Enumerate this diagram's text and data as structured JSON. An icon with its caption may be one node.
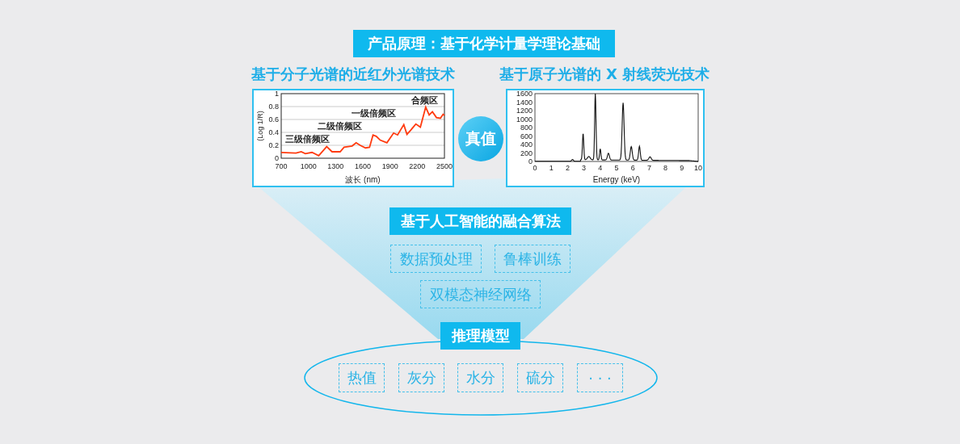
{
  "diagram": {
    "nodes": [
      {
        "text": [
          "产品原理：基于化学计量学理论基础"
        ]
      },
      {
        "text": [
          "基于分子光谱的近红外光谱技术"
        ]
      },
      {
        "text": [
          "真值"
        ]
      },
      {
        "text": [
          "基于原子光谱的 X 射线荧光技术"
        ]
      },
      {
        "text": [
          "基于人工智能的融合算法"
        ]
      },
      {
        "text": [
          "数据预处理"
        ]
      },
      {
        "text": [
          "鲁棒训练"
        ]
      },
      {
        "text": [
          "双模态神经网络"
        ]
      },
      {
        "text": [
          "推理模型"
        ]
      },
      {
        "text": [
          "热值"
        ],
        "in": 8
      },
      {
        "text": [
          "灰分"
        ],
        "in": 8
      },
      {
        "text": [
          "水分"
        ],
        "in": 8
      },
      {
        "text": [
          "硫分"
        ],
        "in": 8
      },
      {
        "text": [
          "· · ·"
        ],
        "in": 8
      }
    ],
    "labels": [
      "合频区",
      "一级倍频区",
      "二级倍频区",
      "三级倍频区",
      "1",
      "0.8",
      "0.6",
      "0.4",
      "0.2",
      "0",
      "(Log 1/R)",
      "700",
      "1000",
      "1300",
      "1600",
      "1900",
      "2200",
      "2500",
      "波长 (nm)",
      "1600",
      "1400",
      "1200",
      "1000",
      "800",
      "600",
      "400",
      "200",
      "0",
      "0",
      "1",
      "2",
      "3",
      "4",
      "5",
      "6",
      "7",
      "8",
      "9",
      "10",
      "Energy (keV)"
    ]
  }
}
